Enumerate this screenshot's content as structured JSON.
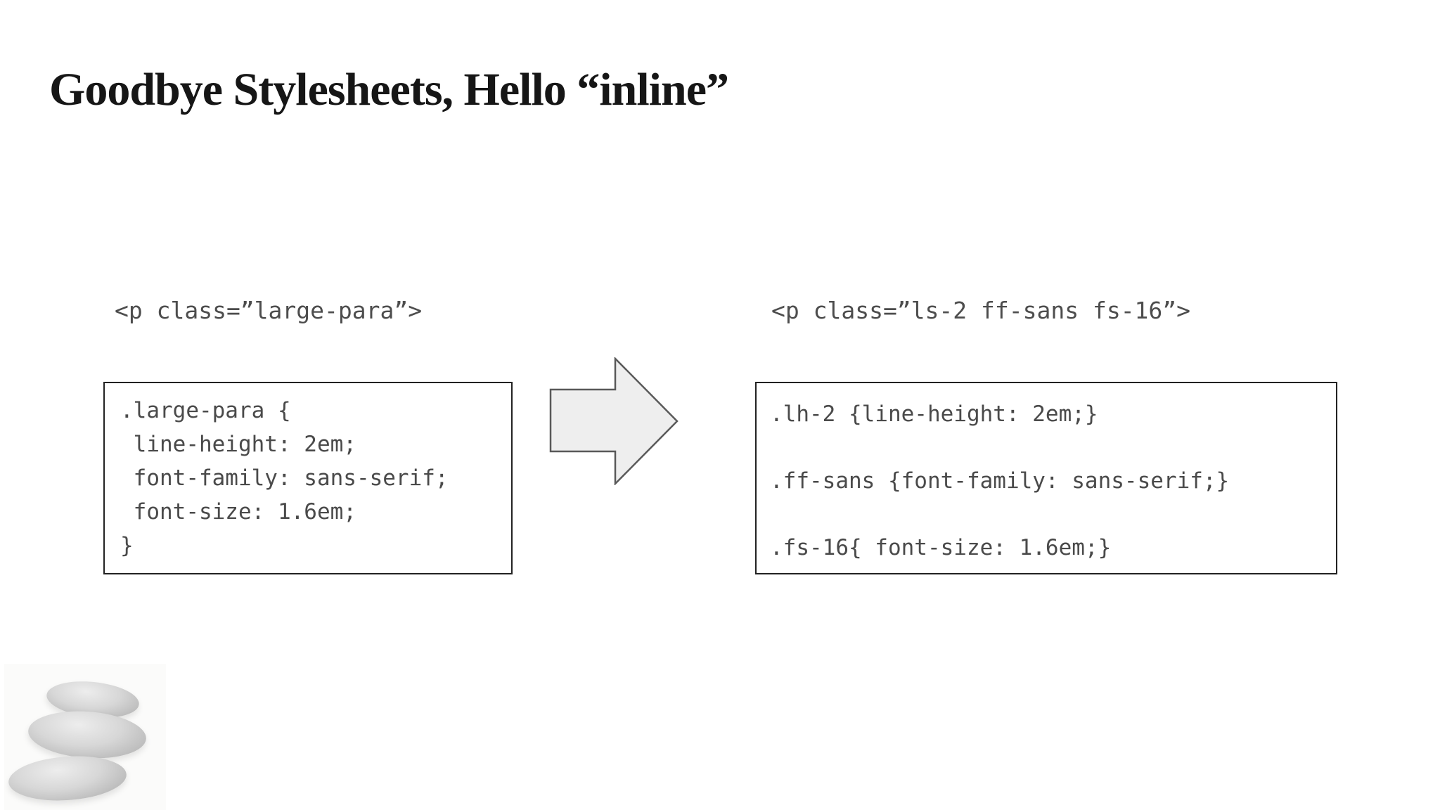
{
  "slide": {
    "title": "Goodbye Stylesheets, Hello “inline”"
  },
  "before": {
    "label": "<p class=”large-para”>",
    "code": ".large-para {\n line-height: 2em;\n font-family: sans-serif;\n font-size: 1.6em;\n}"
  },
  "after": {
    "label": "<p class=”ls-2 ff-sans fs-16”>",
    "code": ".lh-2 {line-height: 2em;}\n\n.ff-sans {font-family: sans-serif;}\n\n.fs-16{ font-size: 1.6em;}"
  },
  "arrow": {
    "name": "right-block-arrow",
    "fill": "#eeeeee",
    "stroke": "#595959"
  },
  "image": {
    "description": "three stacked zen stones photo"
  },
  "colors": {
    "background": "#ffffff",
    "title_text": "#161616",
    "code_text": "#4a4a4a",
    "label_text": "#4d4d4d",
    "box_border": "#222222"
  }
}
